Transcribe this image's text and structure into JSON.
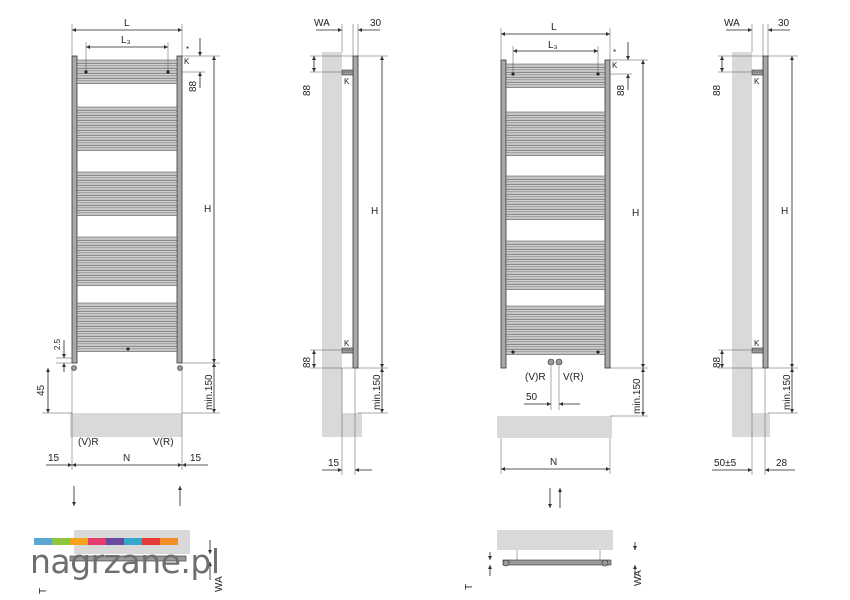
{
  "labels": {
    "L": "L",
    "L3": "L₃",
    "WA": "WA",
    "d30": "30",
    "K": "K",
    "d88": "88",
    "H": "H",
    "d25": "2.5",
    "d45": "45",
    "min150": "min.150",
    "VR_left": "(V)R",
    "VR_right": "V(R)",
    "d15": "15",
    "N": "N",
    "d50": "50",
    "d50pm5": "50±5",
    "d28": "28",
    "T": "T",
    "star": "*"
  },
  "logo": {
    "text": "nagrzane.pl",
    "colors": [
      "#5aa7d6",
      "#8cc63f",
      "#f7a21b",
      "#e23d6d",
      "#6c4a9e",
      "#35a7c9",
      "#e53935",
      "#f28c28"
    ]
  },
  "colors": {
    "wall": "#d9d9d9",
    "rail": "#a9a9a9",
    "bar": "#c4c4c4"
  }
}
